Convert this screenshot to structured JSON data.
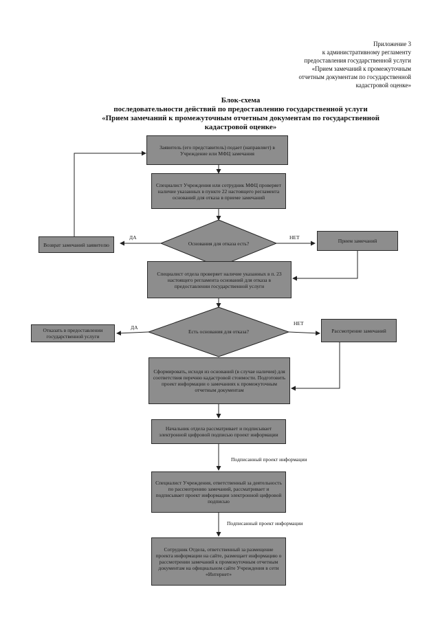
{
  "annex": {
    "line1": "Приложение 3",
    "line2": "к административному регламенту",
    "line3": "предоставления государственной услуги",
    "line4": "«Прием замечаний к промежуточным",
    "line5": "отчетным документам по государственной",
    "line6": "кадастровой оценке»"
  },
  "title": {
    "line1": "Блок-схема",
    "line2": "последовательности действий по предоставлению государственной услуги",
    "line3": "«Прием замечаний к промежуточным отчетным документам по государственной",
    "line4": "кадастровой оценке»"
  },
  "steps": {
    "s1": "Заявитель (его представитель) подает (направляет) в Учреждение или МФЦ замечания",
    "s2": "Специалист Учреждения или сотрудник МФЦ проверяет наличие указанных в пункте 22 настоящего регламента оснований для отказа в приеме замечаний",
    "d1": "Основания для отказа есть?",
    "r1": "Возврат замечаний заявителю",
    "n1": "Прием замечаний",
    "s3": "Специалист отдела проверяет наличие указанных в п. 23 настоящего регламента оснований для отказа в предоставлении государственной услуги",
    "d2": "Есть основания для отказа?",
    "r2": "Отказать в предоставлении государственной услуги",
    "n2": "Рассмотрение замечаний",
    "s4": "Сформировать, исходя из оснований (в случае наличия) для соответствия перечню кадастровой стоимости. Подготовить проект информации о замечаниях к промежуточным отчетным документам",
    "s5": "Начальник отдела рассматривает и подписывает электронной цифровой подписью проект информации",
    "s6": "Специалист Учреждения, ответственный за деятельность по рассмотрению замечаний, рассматривает и подписывает проект информации электронной цифровой подписью",
    "s7": "Сотрудник Отдела, ответственный за размещение проекта информации на сайте, размещает информацию о рассмотрении замечаний к промежуточным отчетным документам на официальном сайте Учреждения в сети «Интернет»"
  },
  "labels": {
    "yes1": "ДА",
    "no1": "НЕТ",
    "yes2": "ДА",
    "no2": "НЕТ",
    "signed1": "Подписанный проект информации",
    "signed2": "Подписанный проект информации"
  },
  "colors": {
    "box_fill": "#8d8d8d",
    "line": "#222222"
  }
}
